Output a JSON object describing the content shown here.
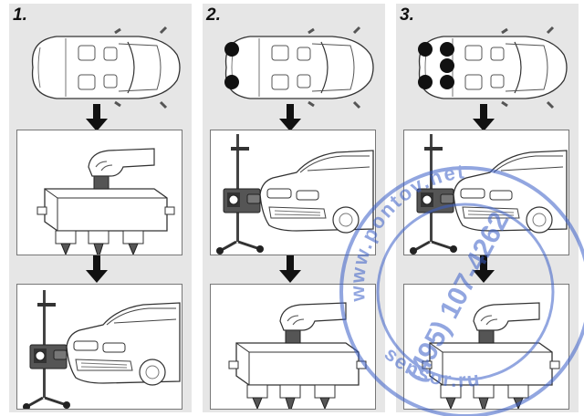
{
  "steps": [
    {
      "label": "1.",
      "sequence": [
        "car-top-view",
        "detector-unit",
        "headlight-tester-and-car"
      ]
    },
    {
      "label": "2.",
      "sensor_dots": 2,
      "sequence": [
        "car-top-view",
        "headlight-tester-and-car",
        "detector-unit"
      ]
    },
    {
      "label": "3.",
      "sensor_dots": 5,
      "sequence": [
        "car-top-view",
        "headlight-tester-and-car",
        "detector-unit"
      ]
    }
  ],
  "watermark": {
    "url_text": "www.pontov.net",
    "phone_text": "(495) 107-4262",
    "tail_text": "sensor.ru",
    "color": "#3a5fc8"
  }
}
